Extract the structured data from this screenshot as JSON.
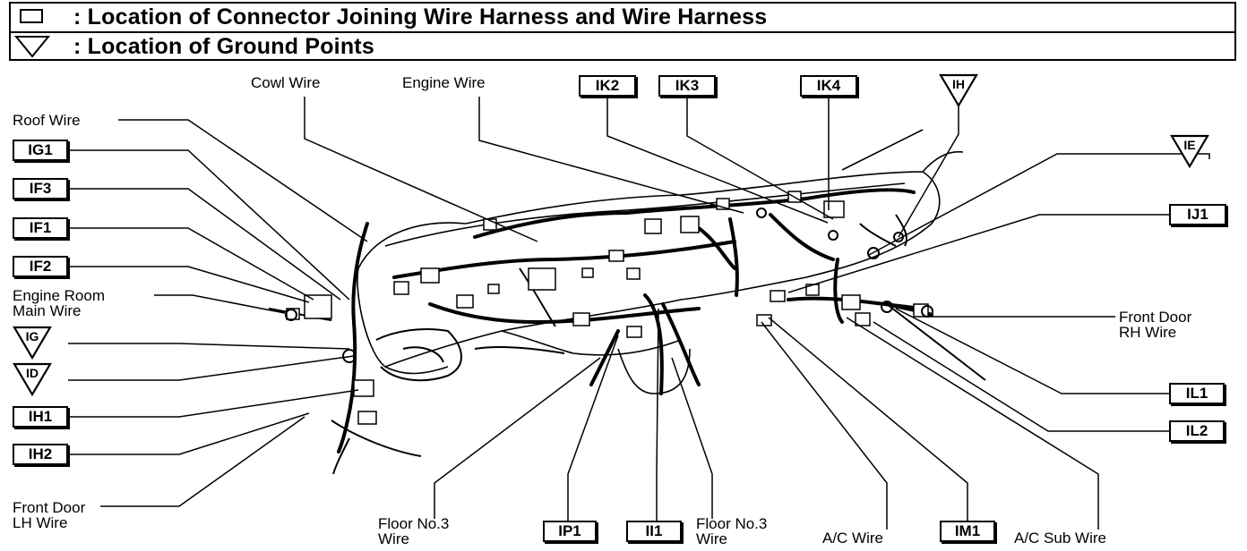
{
  "legend": {
    "connector_text": ": Location of Connector Joining Wire Harness and Wire Harness",
    "ground_text": ": Location of Ground Points",
    "connector_icon": "rectangle-icon",
    "ground_icon": "triangle-down-icon"
  },
  "wires": {
    "cowl": "Cowl Wire",
    "engine": "Engine Wire",
    "roof": "Roof Wire",
    "engine_room_1": "Engine Room",
    "engine_room_2": "Main Wire",
    "front_door_lh_1": "Front Door",
    "front_door_lh_2": "LH Wire",
    "front_door_rh_1": "Front Door",
    "front_door_rh_2": "RH Wire",
    "floor3_left_1": "Floor No.3",
    "floor3_left_2": "Wire",
    "floor3_right_1": "Floor No.3",
    "floor3_right_2": "Wire",
    "ac": "A/C Wire",
    "ac_sub": "A/C Sub Wire"
  },
  "connectors": {
    "ik2": "IK2",
    "ik3": "IK3",
    "ik4": "IK4",
    "ig1": "IG1",
    "if3": "IF3",
    "if1": "IF1",
    "if2": "IF2",
    "ij1": "IJ1",
    "ih1": "IH1",
    "ih2": "IH2",
    "il1": "IL1",
    "il2": "IL2",
    "ip1": "IP1",
    "ii1": "II1",
    "im1": "IM1"
  },
  "grounds": {
    "ih": "IH",
    "ie": "IE",
    "ig": "IG",
    "id": "ID"
  }
}
